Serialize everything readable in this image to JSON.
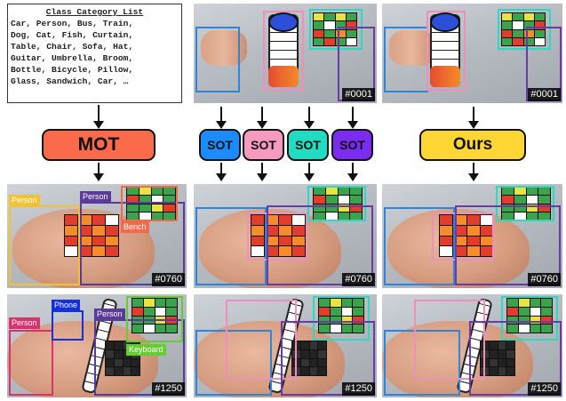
{
  "class_list": {
    "title": "Class Category List",
    "lines": [
      "Car, Person, Bus, Train,",
      "Dog, Cat, Fish, Curtain,",
      "Table, Chair, Sofa, Hat,",
      "Guitar, Umbrella, Broom,",
      "Bottle, Bicycle, Pillow,",
      "Glass, Sandwich, Car, …"
    ]
  },
  "methods": {
    "mot": "MOT",
    "sot": [
      "SOT",
      "SOT",
      "SOT",
      "SOT"
    ],
    "ours": "Ours"
  },
  "frames": {
    "f1": "#0001",
    "f2": "#0760",
    "f3": "#1250"
  },
  "mot_labels": {
    "row2": [
      "Person",
      "Person",
      "Bench"
    ],
    "row3": [
      "Phone",
      "Person",
      "Person",
      "Keyboard"
    ]
  },
  "colors": {
    "mot": "#fb6a4a",
    "sot_blue": "#1a8cff",
    "sot_pink": "#f79ac0",
    "sot_cyan": "#21dcc0",
    "sot_purple": "#7a2cf0",
    "ours": "#ffd633",
    "box_blue": "#2f86d6",
    "box_pink": "#ee8fbd",
    "box_cyan": "#33d6bf",
    "box_purple": "#6a3aa5",
    "person_yellow": "#f2c230",
    "person_purple": "#5a3a9a",
    "bench_orange": "#f26a4a",
    "phone_blue": "#1530d8",
    "person_magenta": "#d6336f",
    "keyboard_green": "#66cc33"
  }
}
